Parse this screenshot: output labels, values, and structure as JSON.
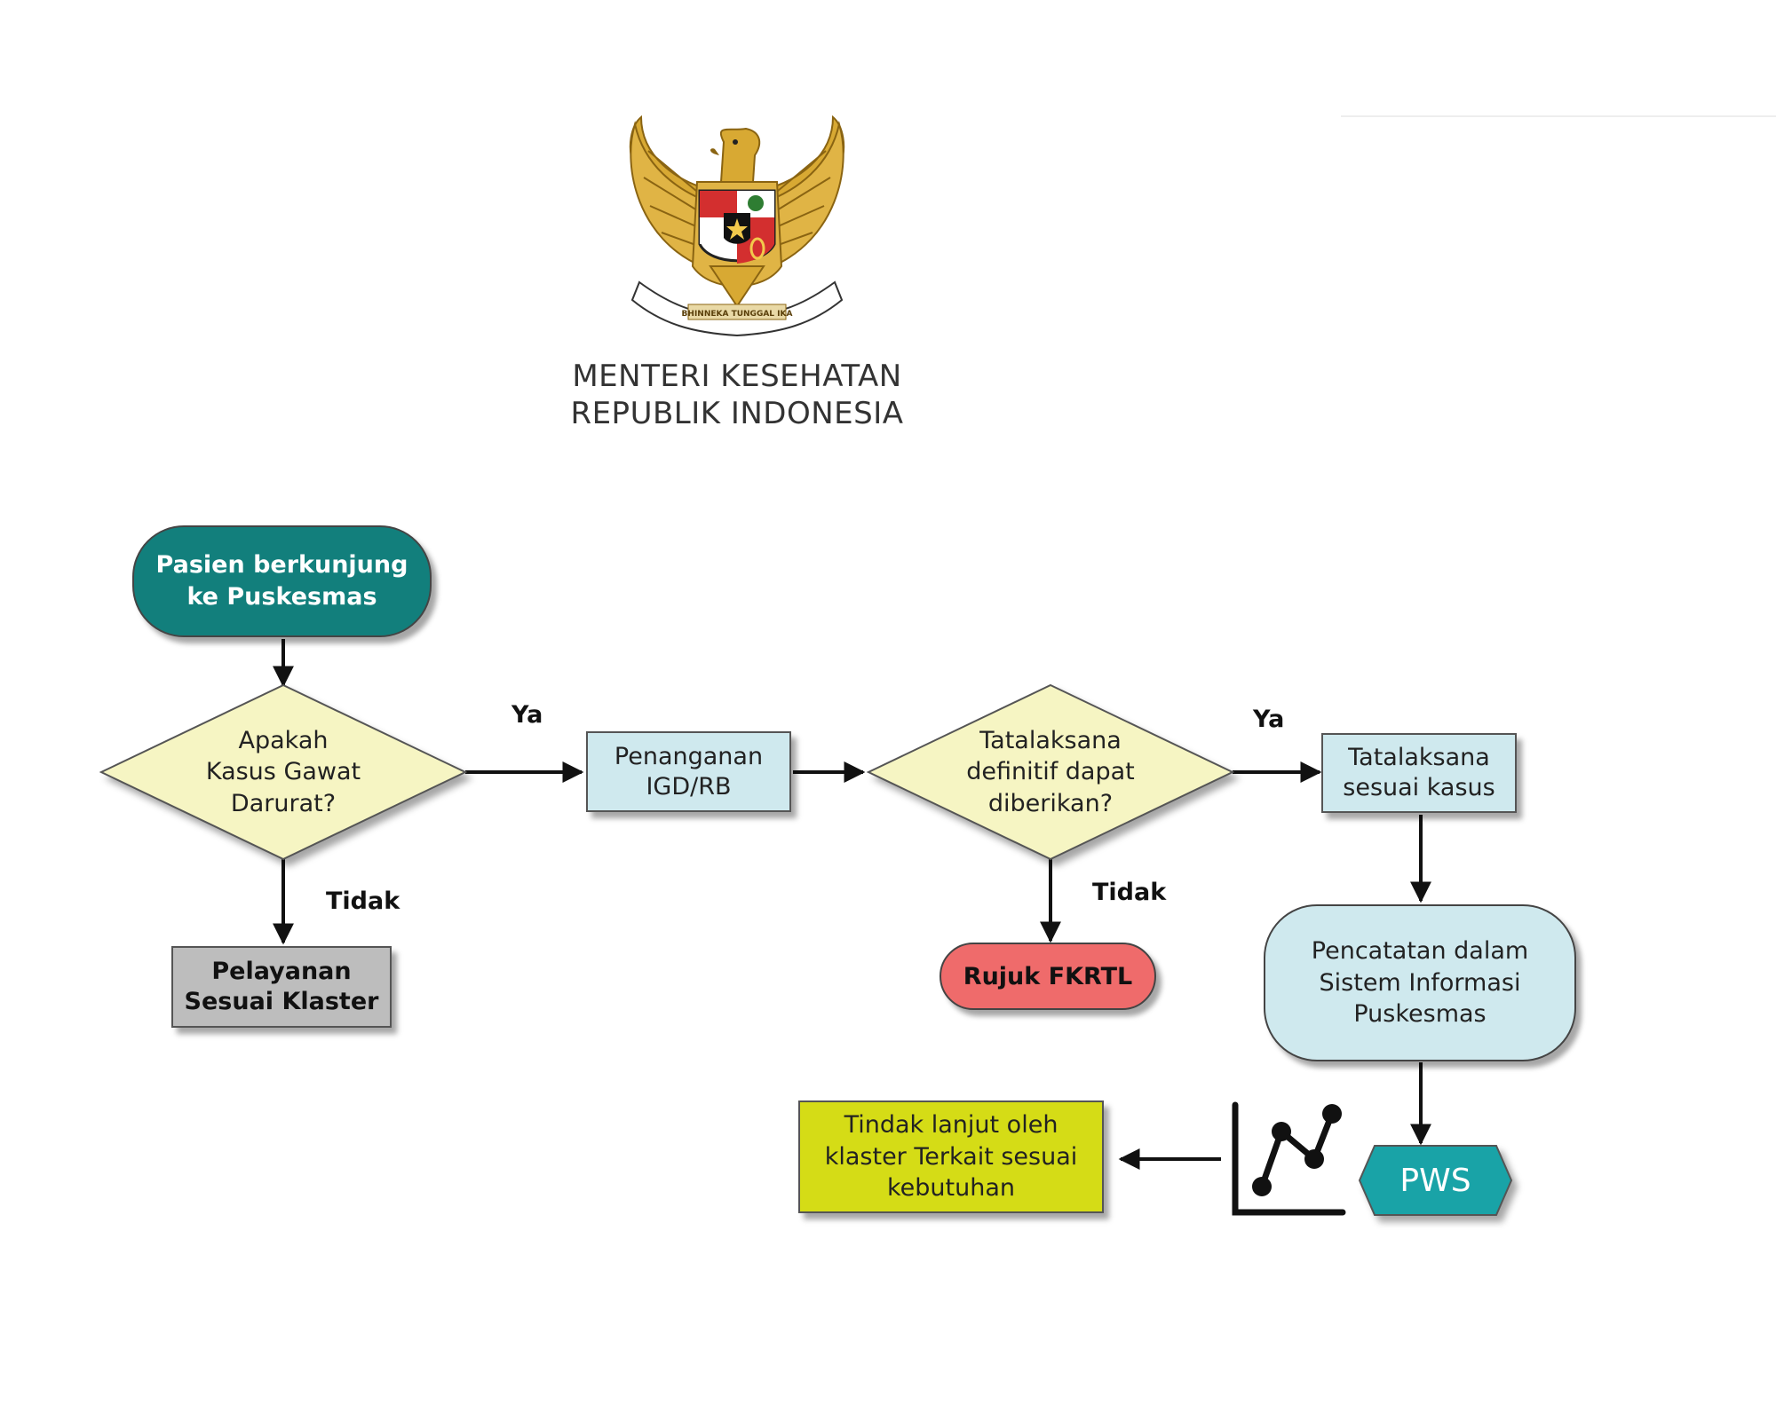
{
  "header": {
    "line1": "MENTERI KESEHATAN",
    "line2": "REPUBLIK INDONESIA",
    "emblem_text": "BHINNEKA TUNGGAL IKA"
  },
  "nodes": {
    "start": "Pasien berkunjung\nke Puskesmas",
    "decision_emergency": "Apakah\nKasus Gawat\nDarurat?",
    "ugd": "Penanganan\nIGD/RB",
    "decision_definitive": "Tatalaksana\ndefinitif dapat\ndiberikan?",
    "management": "Tatalaksana\nsesuai kasus",
    "cluster_service": "Pelayanan\nSesuai Klaster",
    "referral": "Rujuk FKRTL",
    "recording": "Pencatatan  dalam\nSistem Informasi\nPuskesmas",
    "pws": "PWS",
    "follow_up": "Tindak lanjut oleh\nklaster Terkait sesuai\nkebutuhan"
  },
  "edge_labels": {
    "yes_1": "Ya",
    "no_1": "Tidak",
    "yes_2": "Ya",
    "no_2": "Tidak"
  },
  "colors": {
    "start_fill": "#127f7c",
    "diamond_fill": "#f6f5c3",
    "process_fill": "#cfe9ee",
    "cluster_fill": "#bdbdbd",
    "referral_fill": "#ef6b6b",
    "recording_fill": "#cfe9ee",
    "pws_fill": "#19a3a7",
    "follow_fill": "#d5dc16",
    "emblem_gold": "#c9972a"
  }
}
